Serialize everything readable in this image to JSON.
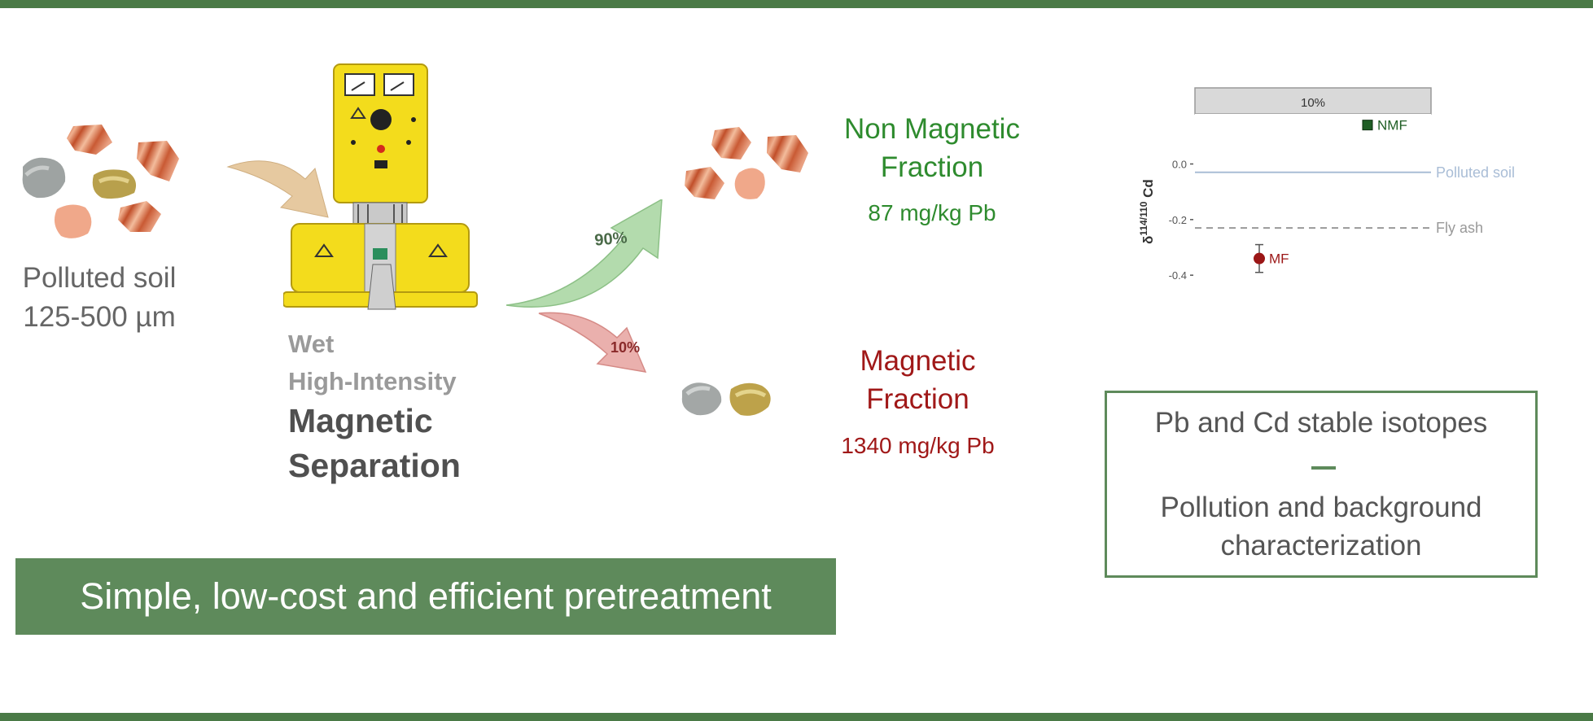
{
  "input": {
    "label_line1": "Polluted soil",
    "label_line2": "125-500 µm"
  },
  "process": {
    "line1": "Wet",
    "line2": "High-Intensity",
    "line3": "Magnetic",
    "line4": "Separation"
  },
  "split": {
    "nmf_pct": "90%",
    "mf_pct": "10%"
  },
  "nmf": {
    "title_line1": "Non Magnetic",
    "title_line2": "Fraction",
    "conc": "87 mg/kg Pb"
  },
  "mf": {
    "title_line1": "Magnetic",
    "title_line2": "Fraction",
    "conc": "1340 mg/kg Pb"
  },
  "banner": {
    "text": "Simple, low-cost and efficient pretreatment"
  },
  "isotopes": {
    "line1": "Pb and Cd stable isotopes",
    "line2": "Pollution and background",
    "line3": "characterization"
  },
  "colors": {
    "frame_green": "#4a7a46",
    "banner_green": "#5e8a5b",
    "nmf_green": "#2e8b2e",
    "mf_red": "#a01818"
  },
  "chart_data": {
    "type": "scatter",
    "panel_label": "10%",
    "ylabel_base": "δ",
    "ylabel_sup": "114/110",
    "ylabel_elem": "Cd",
    "ylim": [
      -0.42,
      0.18
    ],
    "yticks": [
      0.0,
      -0.2,
      -0.4
    ],
    "ytick_labels": [
      "0.0",
      "-0.2",
      "-0.4"
    ],
    "points": [
      {
        "label": "NMF",
        "y": 0.14,
        "color": "#1f5e25",
        "marker": "square"
      },
      {
        "label": "MF",
        "y": -0.34,
        "err": 0.05,
        "color": "#9b1616",
        "marker": "circle"
      }
    ],
    "reference_lines": [
      {
        "label": "Polluted soil",
        "y": -0.03,
        "style": "solid",
        "color": "#a9bdd6"
      },
      {
        "label": "Fly ash",
        "y": -0.23,
        "style": "dashed",
        "color": "#999999"
      }
    ]
  }
}
